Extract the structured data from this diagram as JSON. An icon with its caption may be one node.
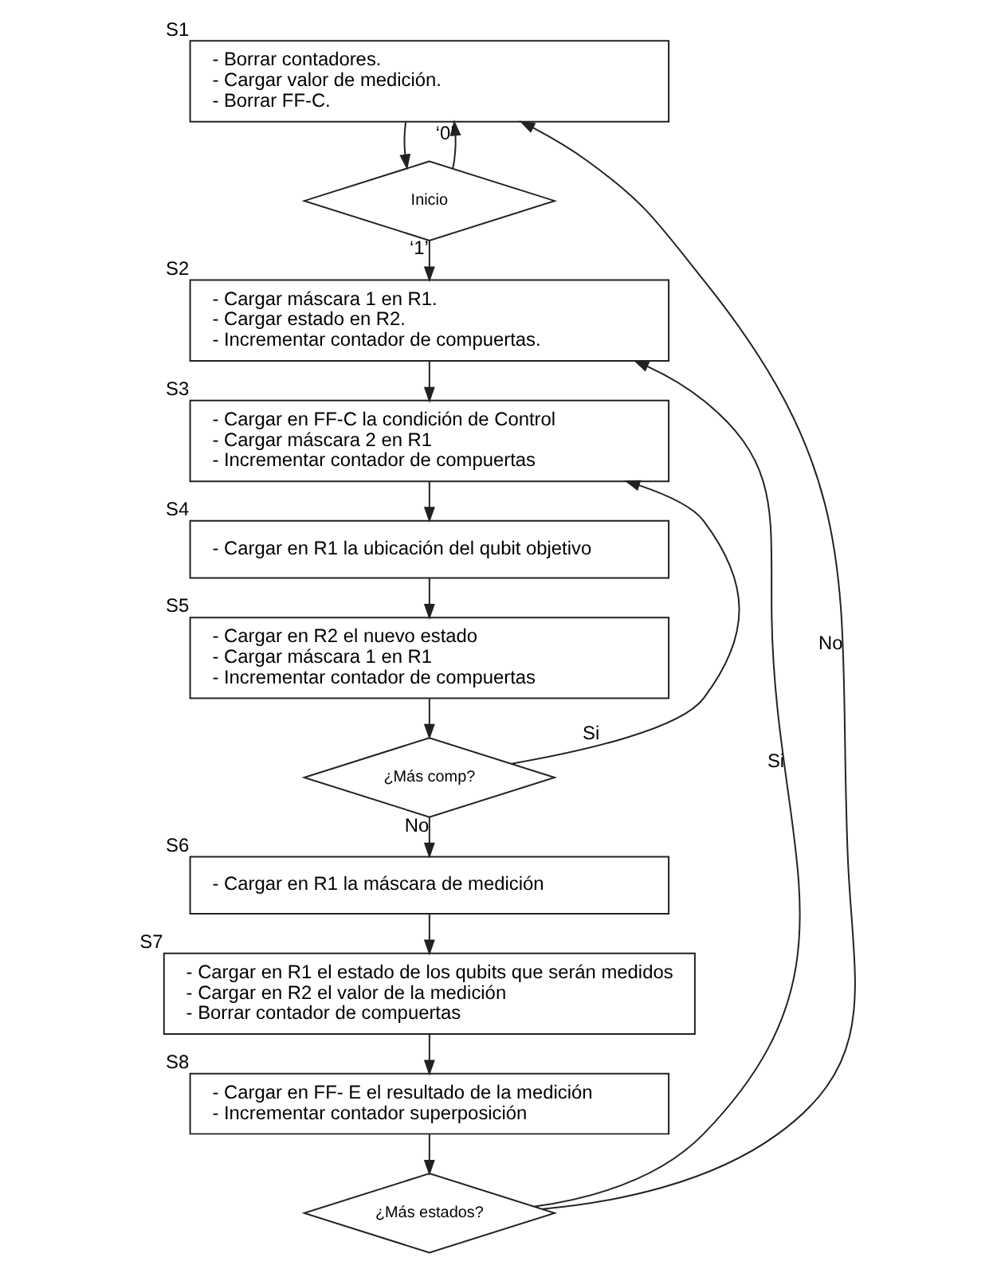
{
  "diagram": {
    "nodes": [
      {
        "text": [
          "- Borrar contadores.",
          "- Cargar valor de medición.",
          "- Borrar FF-C."
        ],
        "beside": [
          "S1"
        ]
      },
      {
        "text": [
          "Inicio"
        ]
      },
      {
        "text": [
          "- Cargar máscara 1 en R1.",
          "- Cargar estado en R2.",
          "- Incrementar contador de compuertas."
        ],
        "beside": [
          "S2"
        ]
      },
      {
        "text": [
          "- Cargar en FF-C la condición de Control",
          "- Cargar máscara 2 en R1",
          "- Incrementar contador de compuertas"
        ],
        "beside": [
          "S3"
        ]
      },
      {
        "text": [
          "- Cargar en R1 la ubicación del qubit objetivo"
        ],
        "beside": [
          "S4"
        ]
      },
      {
        "text": [
          "- Cargar en R2 el nuevo estado",
          "- Cargar máscara 1 en R1",
          "- Incrementar contador de compuertas"
        ],
        "beside": [
          "S5"
        ]
      },
      {
        "text": [
          "¿Más comp?"
        ]
      },
      {
        "text": [
          "- Cargar en R1 la máscara de medición"
        ],
        "beside": [
          "S6"
        ]
      },
      {
        "text": [
          "- Cargar en R1 el estado de los qubits que serán medidos",
          "- Cargar en R2 el valor de la medición",
          "- Borrar contador de compuertas"
        ],
        "beside": [
          "S7"
        ]
      },
      {
        "text": [
          "- Cargar en FF- E el resultado de la medición",
          "- Incrementar contador superposición"
        ],
        "beside": [
          "S8"
        ]
      },
      {
        "text": [
          "¿Más estados?"
        ]
      }
    ],
    "edges": [
      {
        "from": 0,
        "to": 1,
        "arrow": "to"
      },
      {
        "from": 1,
        "to": 0,
        "arrow": "to",
        "label": "‘0’"
      },
      {
        "from": 1,
        "to": 2,
        "arrow": "to",
        "label": "‘1’"
      },
      {
        "from": 2,
        "to": 3,
        "arrow": "to"
      },
      {
        "from": 3,
        "to": 4,
        "arrow": "to"
      },
      {
        "from": 4,
        "to": 5,
        "arrow": "to"
      },
      {
        "from": 5,
        "to": 6,
        "arrow": "to"
      },
      {
        "from": 6,
        "to": 3,
        "arrow": "to",
        "label": "Si"
      },
      {
        "from": 6,
        "to": 7,
        "arrow": "to",
        "label": "No"
      },
      {
        "from": 7,
        "to": 8,
        "arrow": "to"
      },
      {
        "from": 8,
        "to": 9,
        "arrow": "to"
      },
      {
        "from": 9,
        "to": 10,
        "arrow": "to"
      },
      {
        "from": 10,
        "to": 2,
        "arrow": "to",
        "label": "Si"
      },
      {
        "from": 10,
        "to": 0,
        "arrow": "to",
        "label": "No"
      }
    ]
  }
}
